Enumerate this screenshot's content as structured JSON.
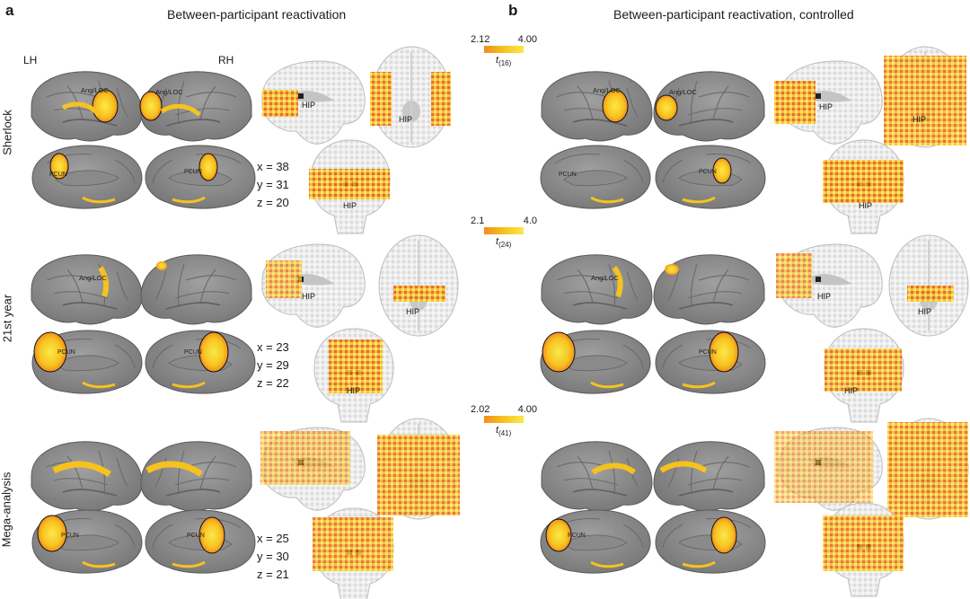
{
  "panels": [
    {
      "letter": "a",
      "title": "Between-participant reactivation"
    },
    {
      "letter": "b",
      "title": "Between-participant reactivation, controlled"
    }
  ],
  "hemispheres": {
    "left": "LH",
    "right": "RH"
  },
  "rows": [
    {
      "label": "Sherlock",
      "coords": {
        "x": "x = 38",
        "y": "y = 31",
        "z": "z = 20"
      },
      "scale": {
        "min": "2.12",
        "max": "4.00",
        "t": "t",
        "df": "(16)"
      }
    },
    {
      "label": "21st year",
      "coords": {
        "x": "x = 23",
        "y": "y = 29",
        "z": "z = 22"
      },
      "scale": {
        "min": "2.1",
        "max": "4.0",
        "t": "t",
        "df": "(24)"
      }
    },
    {
      "label": "Mega-analysis",
      "coords": {
        "x": "x = 25",
        "y": "y = 30",
        "z": "z = 21"
      },
      "scale": {
        "min": "2.02",
        "max": "4.00",
        "t": "t",
        "df": "(41)"
      }
    }
  ],
  "region_labels": {
    "ang": "Ang/LOC",
    "pcun": "PCUN",
    "hip": "HIP"
  },
  "colors": {
    "cortex": "#8c8c8c",
    "sulcus": "#6e6e6e",
    "hot_low": "#f28c1e",
    "hot_high": "#fbe84a",
    "outline": "#111111"
  }
}
